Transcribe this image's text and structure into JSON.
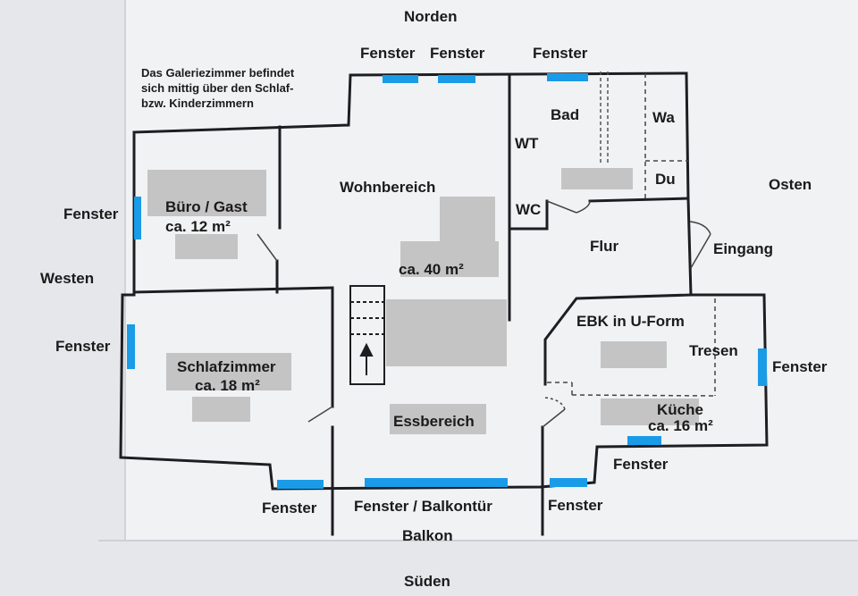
{
  "compass": {
    "north": "Norden",
    "south": "Süden",
    "east": "Osten",
    "west": "Westen"
  },
  "note": {
    "line1": "Das Galeriezimmer befindet",
    "line2": "sich mittig über den Schlaf-",
    "line3": "bzw. Kinderzimmern"
  },
  "rooms": {
    "buero_name": "Büro / Gast",
    "buero_area": "ca. 12 m²",
    "wohn_name": "Wohnbereich",
    "wohn_area": "ca. 40 m²",
    "schlaf_name": "Schlafzimmer",
    "schlaf_area": "ca. 18 m²",
    "ess": "Essbereich",
    "bad": "Bad",
    "wa": "Wa",
    "du": "Du",
    "wt": "WT",
    "wc": "WC",
    "flur": "Flur",
    "eingang": "Eingang",
    "kueche_ebk": "EBK in U-Form",
    "tresen": "Tresen",
    "kueche_name": "Küche",
    "kueche_area": "ca. 16 m²",
    "balkon": "Balkon"
  },
  "windows": {
    "north1": "Fenster",
    "north2": "Fenster",
    "north3": "Fenster",
    "west1": "Fenster",
    "west2": "Fenster",
    "east": "Fenster",
    "south1": "Fenster",
    "south_balkon": "Fenster / Balkontür",
    "south3": "Fenster",
    "kueche_south": "Fenster"
  },
  "colors": {
    "wall": "#1e1e22",
    "window": "#1a9be8",
    "redaction": "#c4c4c4",
    "paper": "#f3f4f6"
  }
}
